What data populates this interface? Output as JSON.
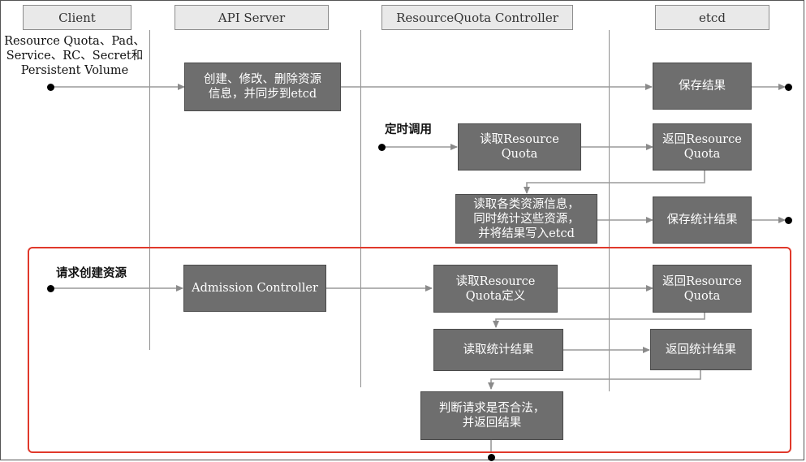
{
  "lanes": {
    "client": "Client",
    "api_server": "API Server",
    "controller": "ResourceQuota Controller",
    "etcd": "etcd"
  },
  "labels": {
    "resources_line1": "Resource Quota、Pad、",
    "resources_line2": "Service、RC、Secret和",
    "resources_line3": "Persistent Volume",
    "timer": "定时调用",
    "request_create": "请求创建资源"
  },
  "boxes": {
    "crud_line1": "创建、修改、删除资源",
    "crud_line2": "信息，并同步到etcd",
    "save_result": "保存结果",
    "read_quota_1_line1": "读取Resource",
    "read_quota_1_line2": "Quota",
    "return_quota_1_line1": "返回Resource",
    "return_quota_1_line2": "Quota",
    "read_all_line1": "读取各类资源信息，",
    "read_all_line2": "同时统计这些资源，",
    "read_all_line3": "并将结果写入etcd",
    "save_stats": "保存统计结果",
    "admission_controller": "Admission Controller",
    "read_quota_def_line1": "读取Resource",
    "read_quota_def_line2": "Quota定义",
    "return_quota_2_line1": "返回Resource",
    "return_quota_2_line2": "Quota",
    "read_stats": "读取统计结果",
    "return_stats": "返回统计结果",
    "judge_line1": "判断请求是否合法，",
    "judge_line2": "并返回结果"
  },
  "colors": {
    "box_fill": "#6e6e6e",
    "header_fill": "#e9e9e9",
    "arrow": "#9a9a9a",
    "highlight": "#e0392b"
  }
}
